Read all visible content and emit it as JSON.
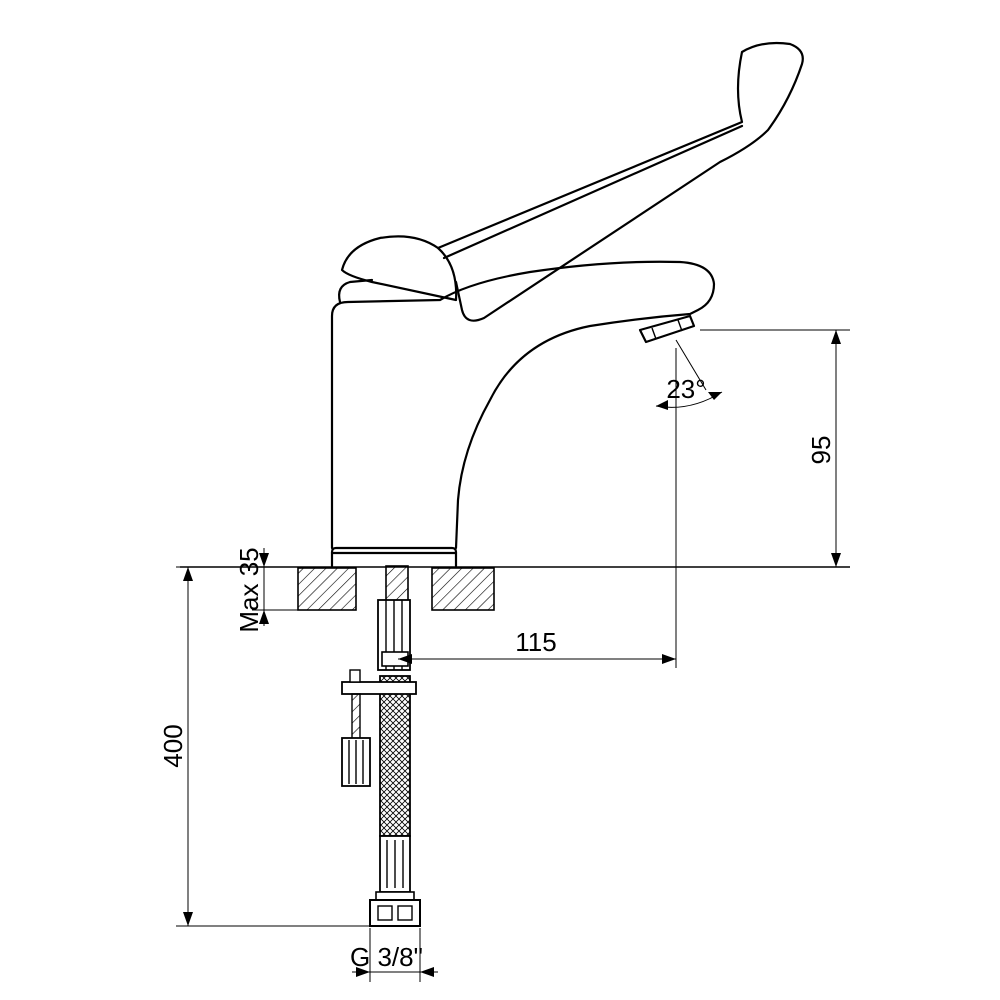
{
  "dimensions": {
    "spout_height": "95",
    "spout_reach": "115",
    "max_deck_thickness": "Max 35",
    "hose_length": "400",
    "thread_size": "G 3/8\"",
    "spout_angle": "23°"
  }
}
